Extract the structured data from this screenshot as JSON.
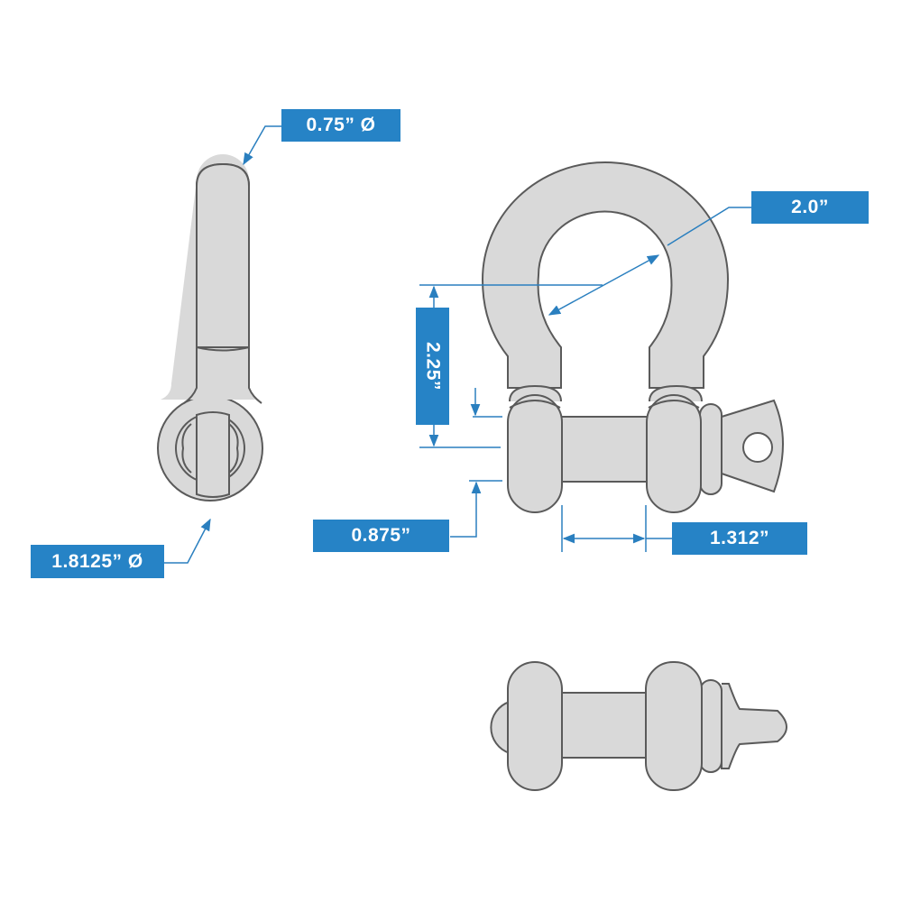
{
  "diagram": {
    "subject": "Screw pin anchor shackle dimensional drawing",
    "colors": {
      "label_bg": "#2683c6",
      "label_text": "#ffffff",
      "leader_line": "#2a7fbf",
      "part_fill": "#d9d9d9",
      "part_outline": "#5a5a5a",
      "background": "#ffffff"
    },
    "views": [
      {
        "id": "side-view",
        "description": "Side view of shackle with bow and pin eye"
      },
      {
        "id": "front-view",
        "description": "Front view of shackle bow with screw pin"
      },
      {
        "id": "pin-view",
        "description": "Screw pin shown separately"
      }
    ],
    "labels": {
      "pin_diameter": "0.75” Ø",
      "inside_width_bow": "2.0”",
      "inside_length": "2.25”",
      "pin_eye_diameter": "1.8125” Ø",
      "body_diameter": "0.875”",
      "inside_width": "1.312”"
    }
  }
}
